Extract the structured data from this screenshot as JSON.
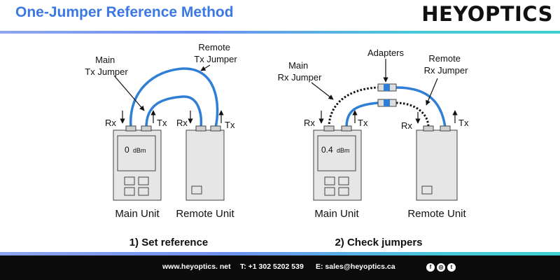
{
  "header": {
    "title": "One-Jumper Reference Method",
    "logo": "HEYOPTICS"
  },
  "diagram1": {
    "caption": "1) Set reference",
    "labels": {
      "main_tx_jumper": [
        "Main",
        "Tx Jumper"
      ],
      "remote_tx_jumper": [
        "Remote",
        "Tx Jumper"
      ],
      "rx_main": "Rx",
      "tx_main": "Tx",
      "rx_remote": "Rx",
      "tx_remote": "Tx"
    },
    "main_unit": {
      "label": "Main Unit",
      "reading_value": "0",
      "reading_unit": "dBm"
    },
    "remote_unit": {
      "label": "Remote Unit"
    }
  },
  "diagram2": {
    "caption": "2) Check jumpers",
    "labels": {
      "main_rx_jumper": [
        "Main",
        "Rx Jumper"
      ],
      "adapters": "Adapters",
      "remote_rx_jumper": [
        "Remote",
        "Rx Jumper"
      ],
      "rx_main": "Rx",
      "tx_main": "Tx",
      "rx_remote": "Rx",
      "tx_remote": "Tx"
    },
    "main_unit": {
      "label": "Main Unit",
      "reading_value": "0.4",
      "reading_unit": "dBm"
    },
    "remote_unit": {
      "label": "Remote Unit"
    }
  },
  "footer": {
    "website": "www.heyoptics. net",
    "phone": "T: +1 302 5202 539",
    "email": "E: sales@heyoptics.ca",
    "social_icons": [
      "facebook-icon",
      "instagram-icon",
      "twitter-icon"
    ]
  },
  "colors": {
    "title": "#3b78e6",
    "fiber": "#2f7fd6",
    "unit": "#e6e6e6",
    "footer_bg": "#0b0b0b"
  }
}
